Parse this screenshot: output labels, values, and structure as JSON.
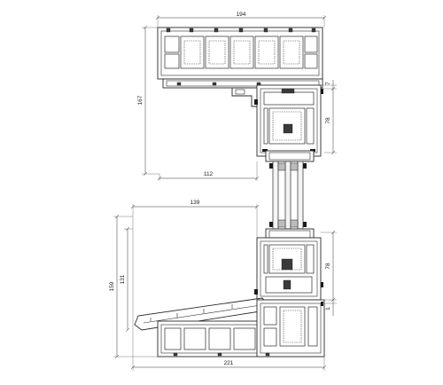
{
  "dimensions": {
    "top_width": "194",
    "top_height": "167",
    "top_offset": "112",
    "right_top": "78",
    "right_top_small": "7",
    "mid_width": "139",
    "right_bottom": "78",
    "right_bottom_small": "1",
    "left_outer": "159",
    "left_inner": "131",
    "bottom_width": "221"
  }
}
